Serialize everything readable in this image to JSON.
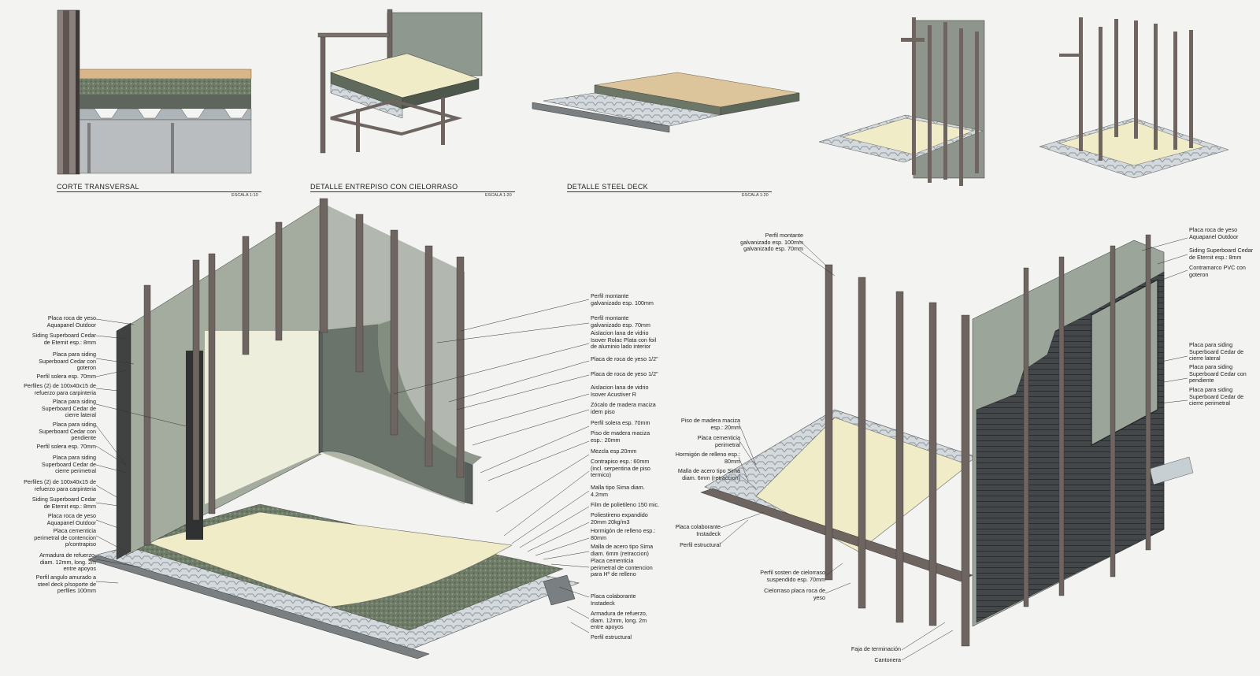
{
  "colors": {
    "background": "#f3f3f1",
    "stud": "#6e6460",
    "panel_green": "#9ba59a",
    "dark_siding": "#3f4241",
    "floor": "#f1ecc8",
    "deck": "#c8cfd3",
    "insulation": "#6d7d66"
  },
  "details": [
    {
      "title": "CORTE TRANSVERSAL",
      "scale": "ESCALA 1:10"
    },
    {
      "title": "DETALLE ENTREPISO CON CIELORRASO",
      "scale": "ESCALA 1:20"
    },
    {
      "title": "DETALLE STEEL DECK",
      "scale": "ESCALA 1:20"
    }
  ],
  "left_labels": [
    "Placa roca de yeso\nAquapanel Outdoor",
    "Siding Superboard Cedar\nde Eternit esp.: 8mm",
    "Placa para siding\nSuperboard Cedar  con\ngoteron",
    "Perfil solera esp. 70mm",
    "Perfiles (2) de 100x40x15 de\nrefuerzo para carpinteria",
    "Placa para siding\nSuperboard Cedar de\ncierre lateral",
    "Placa para siding\nSuperboard Cedar con\npendiente",
    "Perfil solera esp. 70mm",
    "Placa para siding\nSuperboard Cedar de\ncierre perimetral",
    "Perfiles (2) de 100x40x15 de\nrefuerzo para carpinteria",
    "Siding Superboard Cedar\nde Eternit esp.: 8mm",
    "Placa roca de yeso\nAquapanel Outdoor",
    "Placa cementicia\nperimetral de contencion\np/contrapiso",
    "Armadura de refuerzo,\ndiam. 12mm, long. 2m\nentre apoyos",
    "Perfil angulo amurado a\nsteel deck p/soporte de\nperfiles 100mm"
  ],
  "center_labels": [
    "Perfil montante\ngalvanizado esp. 100mm",
    "Perfil montante\ngalvanizado esp. 70mm",
    "Aislacion lana de vidrio\nIsover Rolac Plata con foil\nde aluminio lado interior",
    "Placa de roca de yeso 1/2\"",
    "Placa de roca de yeso 1/2\"",
    "Aislacion lana de vidrio\nIsover Acustiver R",
    "Zócalo de madera maciza\nidem piso",
    "Perfil solera esp. 70mm",
    "Piso de madera maciza\nesp.: 20mm",
    "Mezcla esp.20mm",
    "Contrapiso esp.: 60mm\n(incl. serpentina de piso\ntermico)",
    "Malla tipo Sima diam.\n4.2mm",
    "Film de polietileno 150 mic.",
    "Poliestireno expandido\n20mm 20kg/m3",
    "Hormigón de relleno  esp.:\n80mm",
    "Malla de acero tipo Sima\ndiam. 6mm (retraccion)",
    "Placa cementicia\nperimetral de contencion\npara Hº de relleno",
    "Placa colaborante\nInstadeck",
    "Armadura de refuerzo,\ndiam. 12mm, long. 2m\nentre apoyos",
    "Perfil estructural"
  ],
  "right_inner_labels": [
    "Perfil montante\ngalvanizado esp. 100mm\ngalvanizado esp. 70mm",
    "Piso de madera maciza\nesp.: 20mm",
    "Placa cementicia\nperimetral",
    "Hormigón de relleno  esp.:\n80mm",
    "Malla de acero tipo Sima\ndiam. 6mm (retraccion)",
    "Placa colaborante\nInstadeck",
    "Perfil estructural",
    "Perfil sosten de cielorraso\nsuspendido esp. 70mm",
    "Cielorraso placa roca de\nyeso",
    "Faja de terminación",
    "Cantonera"
  ],
  "right_outer_labels": [
    "Placa roca de yeso\nAquapanel Outdoor",
    "Siding Superboard Cedar\nde Eternit esp.: 8mm",
    "Contramarco PVC con\ngoteron",
    "Placa para siding\nSuperboard Cedar de\ncierre lateral",
    "Placa para siding\nSuperboard Cedar con\npendiente",
    "Placa para siding\nSuperboard Cedar de\ncierre perimetral"
  ]
}
